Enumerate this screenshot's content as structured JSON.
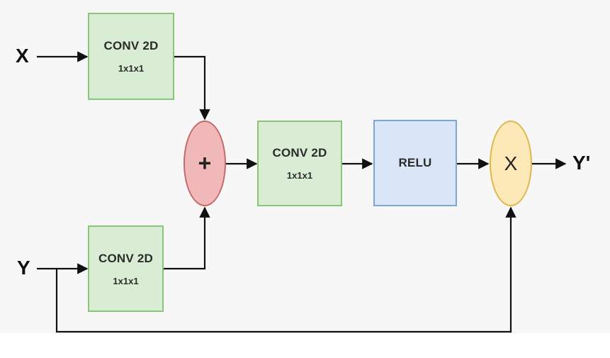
{
  "inputs": {
    "x": "X",
    "y": "Y"
  },
  "output": "Y'",
  "blocks": {
    "conv_x": {
      "title": "CONV 2D",
      "kernel": "1x1x1"
    },
    "conv_y": {
      "title": "CONV 2D",
      "kernel": "1x1x1"
    },
    "conv_mid": {
      "title": "CONV 2D",
      "kernel": "1x1x1"
    },
    "relu": {
      "title": "RELU"
    }
  },
  "ops": {
    "add": "+",
    "multiply": "X"
  },
  "colors": {
    "conv_fill": "#d9ecd4",
    "conv_border": "#8cc47a",
    "relu_fill": "#d9e6f6",
    "relu_border": "#7fa5d4",
    "add_fill": "#f0b8b8",
    "add_border": "#c46a6a",
    "mul_fill": "#fde9b8",
    "mul_border": "#e0b64e"
  }
}
